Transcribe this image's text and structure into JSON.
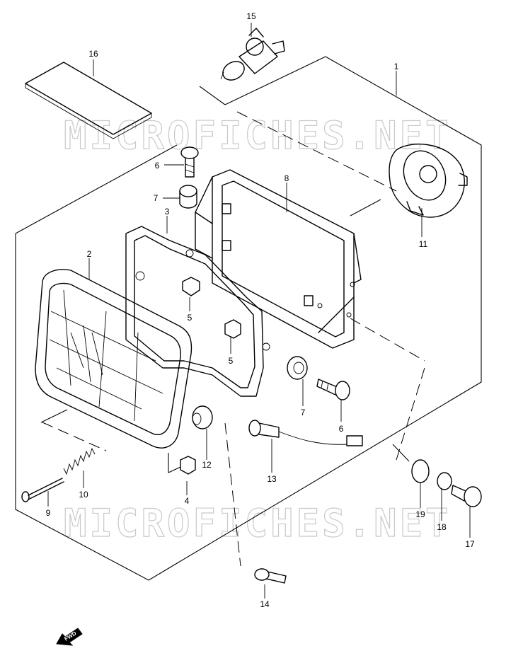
{
  "watermark": "MICROFICHES.NET",
  "fwd_label": "FWD",
  "callouts": {
    "c1": "1",
    "c2": "2",
    "c3": "3",
    "c4": "4",
    "c5a": "5",
    "c5b": "5",
    "c6a": "6",
    "c6b": "6",
    "c7a": "7",
    "c7b": "7",
    "c8": "8",
    "c9": "9",
    "c10": "10",
    "c11": "11",
    "c12": "12",
    "c13": "13",
    "c14": "14",
    "c15": "15",
    "c16": "16",
    "c17": "17",
    "c18": "18",
    "c19": "19"
  }
}
